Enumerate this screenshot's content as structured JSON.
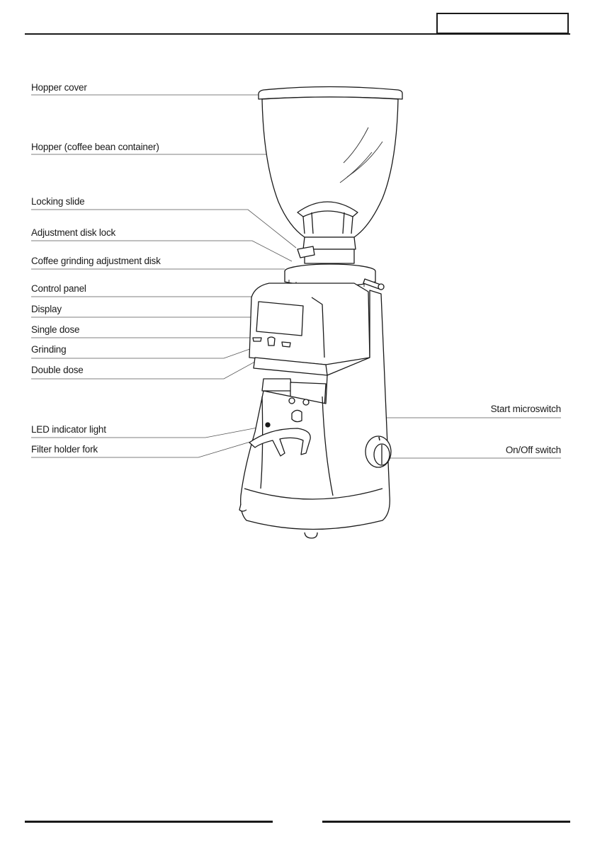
{
  "labels": {
    "hopper_cover": "Hopper cover",
    "hopper": "Hopper (coffee bean container)",
    "locking_slide": "Locking slide",
    "adjustment_disk_lock": "Adjustment disk lock",
    "adjustment_disk": "Coffee grinding adjustment disk",
    "control_panel": "Control panel",
    "display": "Display",
    "single_dose": "Single dose",
    "grinding": "Grinding",
    "double_dose": "Double dose",
    "led_light": "LED indicator light",
    "filter_fork": "Filter holder fork",
    "start_microswitch": "Start microswitch",
    "onoff_switch": "On/Off switch"
  }
}
